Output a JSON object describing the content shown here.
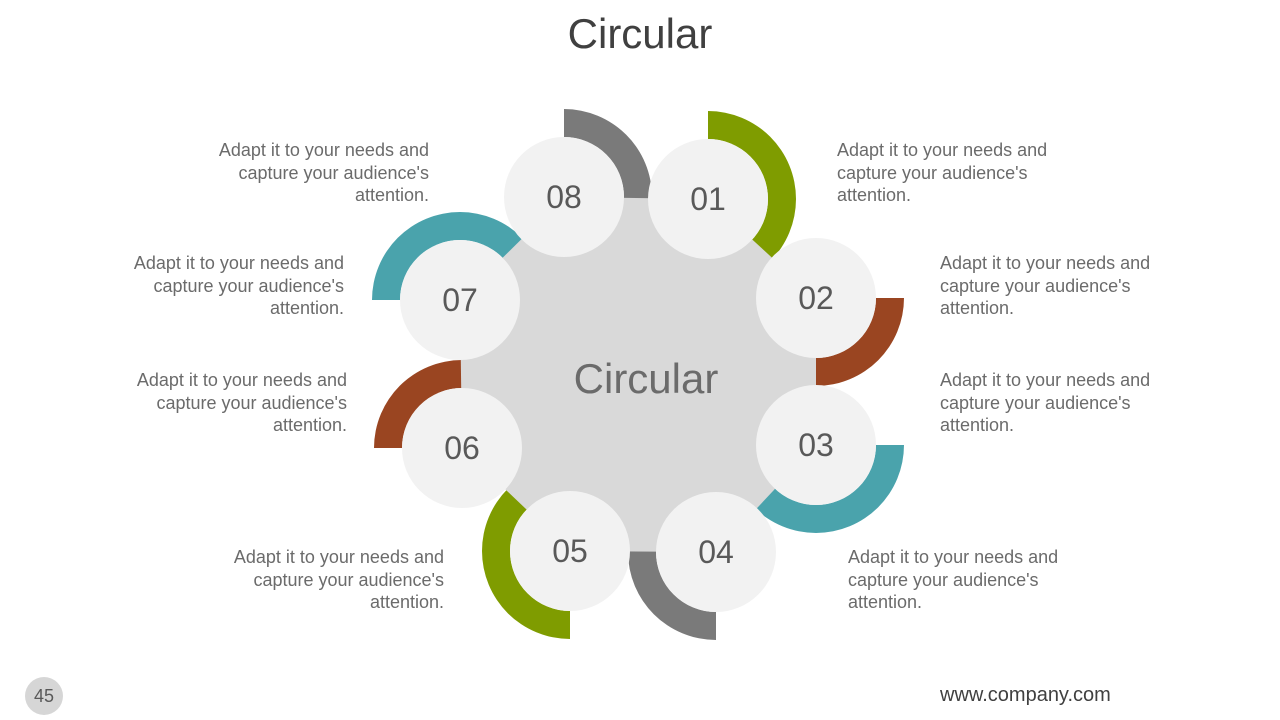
{
  "slide": {
    "title": "Circular",
    "slide_number": "45",
    "footer_url": "www.company.com"
  },
  "diagram": {
    "center_label": "Circular",
    "colors": {
      "center": "#d9d9d9",
      "inner_circle": "#f2f2f2",
      "number_text": "#595959",
      "center_text": "#6b6b6b"
    },
    "items": [
      {
        "number": "01",
        "color": "#7f9c00",
        "text": "Adapt it to your needs and capture your audience's attention."
      },
      {
        "number": "02",
        "color": "#9a4521",
        "text": "Adapt it to your needs and capture your audience's attention."
      },
      {
        "number": "03",
        "color": "#4aa3ac",
        "text": "Adapt it to your needs and capture your audience's attention."
      },
      {
        "number": "04",
        "color": "#7a7a7a",
        "text": "Adapt it to your needs and capture your audience's attention."
      },
      {
        "number": "05",
        "color": "#7f9c00",
        "text": "Adapt it to your needs and capture your audience's attention."
      },
      {
        "number": "06",
        "color": "#9a4521",
        "text": "Adapt it to your needs and capture your audience's attention."
      },
      {
        "number": "07",
        "color": "#4aa3ac",
        "text": "Adapt it to your needs and capture your audience's attention."
      },
      {
        "number": "08",
        "color": "#7a7a7a",
        "text": "Adapt it to your needs and capture your audience's attention."
      }
    ]
  }
}
